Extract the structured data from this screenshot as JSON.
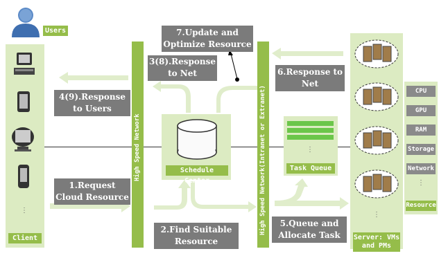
{
  "users_label": "Users",
  "client_label": "Client",
  "schedule_center_label": "Schedule Center",
  "task_queue_label": "Task Queue",
  "server_label": "Server: VMs and PMs",
  "resource_label": "Resource",
  "network_left": "High Speed Network",
  "network_right": "High Speed Network(Intranet or Extranet)",
  "resources": [
    "CPU",
    "GPU",
    "RAM",
    "Storage",
    "Network"
  ],
  "ellipsis": "⋮",
  "steps": {
    "s1": "1.Request Cloud Resource",
    "s2": "2.Find Suitable Resource",
    "s3": "3(8).Response to Net",
    "s4": "4(9).Response to Users",
    "s5": "5.Queue and Allocate Task",
    "s6": "6.Response to Net",
    "s7": "7.Update and Optimize Resource"
  },
  "colors": {
    "panel": "#dcebc2",
    "green": "#95bd4a",
    "grey": "#7b7b7b",
    "arrow": "#e0edcb"
  }
}
